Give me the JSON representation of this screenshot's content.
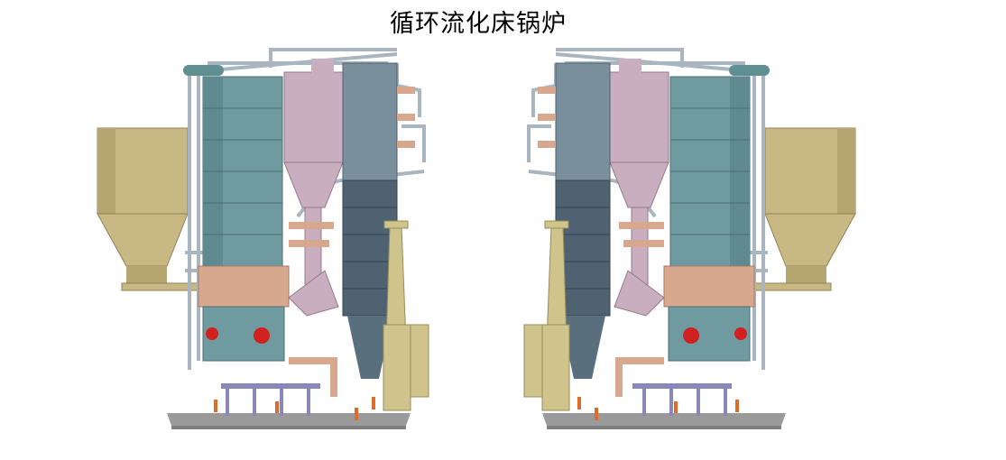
{
  "title": "循环流化床锅炉",
  "colors": {
    "furnace": "#6f9aa0",
    "cyclone": "#c9aebf",
    "backpass": "#5a6f7e",
    "silo": "#c8b984",
    "ducts": "#d8a88e",
    "pipes": "#a9b6c0",
    "ground": "#9a9a9a",
    "workers": "#e06a2a"
  },
  "views": [
    "front-left-view",
    "rear-right-view"
  ]
}
